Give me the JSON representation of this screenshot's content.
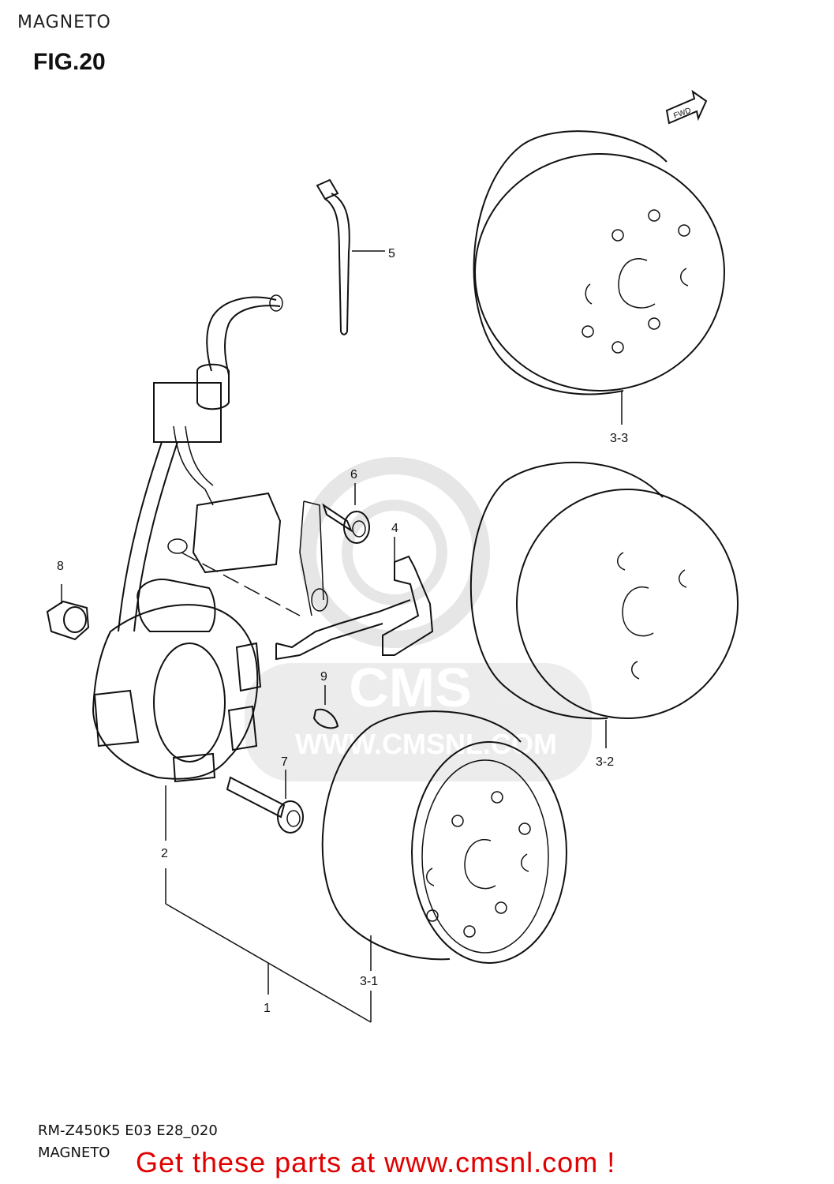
{
  "header": {
    "title": "MAGNETO",
    "fig": "FIG.20"
  },
  "direction_marker": "FWD",
  "watermark": {
    "url": "WWW.CMSNL.COM",
    "logo": "CMS"
  },
  "callouts": {
    "c1": "1",
    "c2": "2",
    "c3_1": "3-1",
    "c3_2": "3-2",
    "c3_3": "3-3",
    "c4": "4",
    "c5": "5",
    "c6": "6",
    "c7": "7",
    "c8": "8",
    "c9": "9"
  },
  "footer": {
    "code": "RM-Z450K5 E03 E28_020",
    "title": "MAGNETO",
    "cta": "Get these parts at www.cmsnl.com !"
  }
}
